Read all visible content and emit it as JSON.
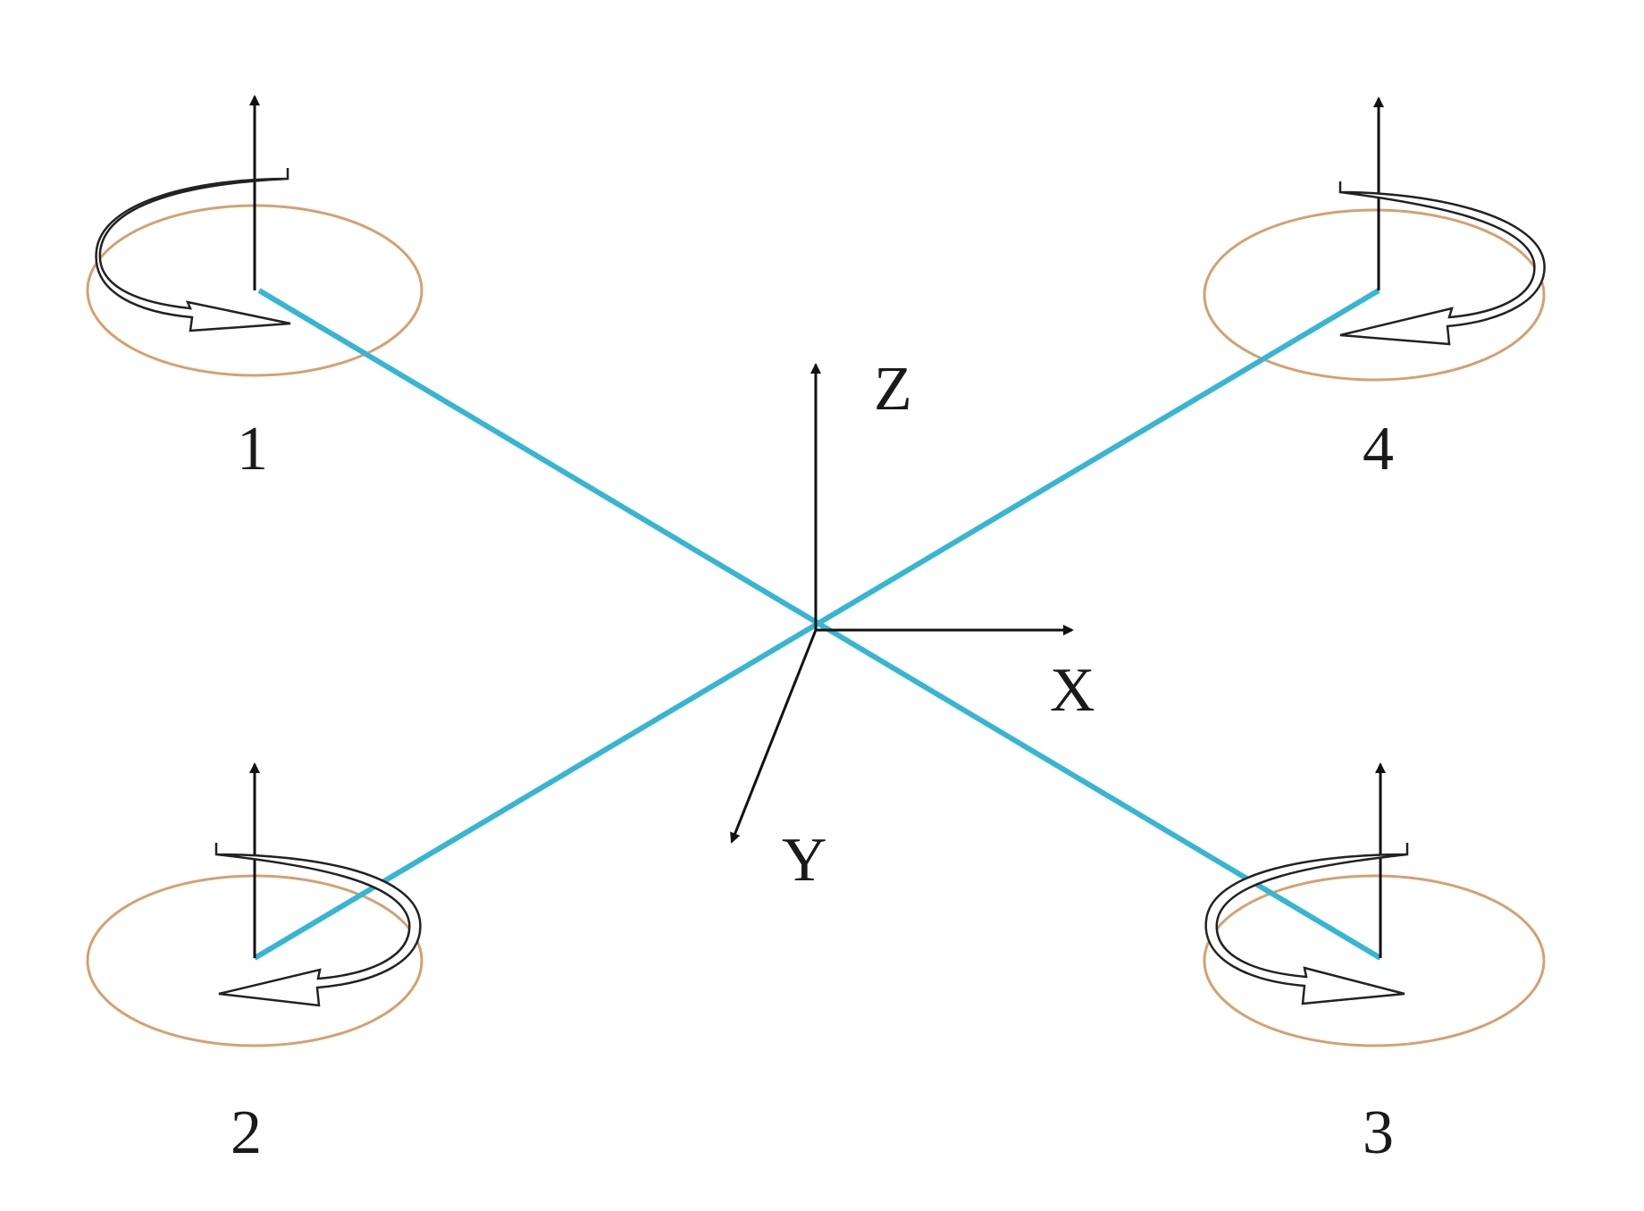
{
  "axes": {
    "z_label": "Z",
    "x_label": "X",
    "y_label": "Y"
  },
  "rotors": [
    {
      "number": "1",
      "spin": "counterclockwise-from-above"
    },
    {
      "number": "2",
      "spin": "clockwise-from-above"
    },
    {
      "number": "3",
      "spin": "counterclockwise-from-above"
    },
    {
      "number": "4",
      "spin": "clockwise-from-above"
    }
  ],
  "colors": {
    "arm": "#36b6d3",
    "rotor_disk": "#d4a16f",
    "axis": "#111111",
    "spin_arrow": "#222222",
    "background": "#ffffff"
  }
}
